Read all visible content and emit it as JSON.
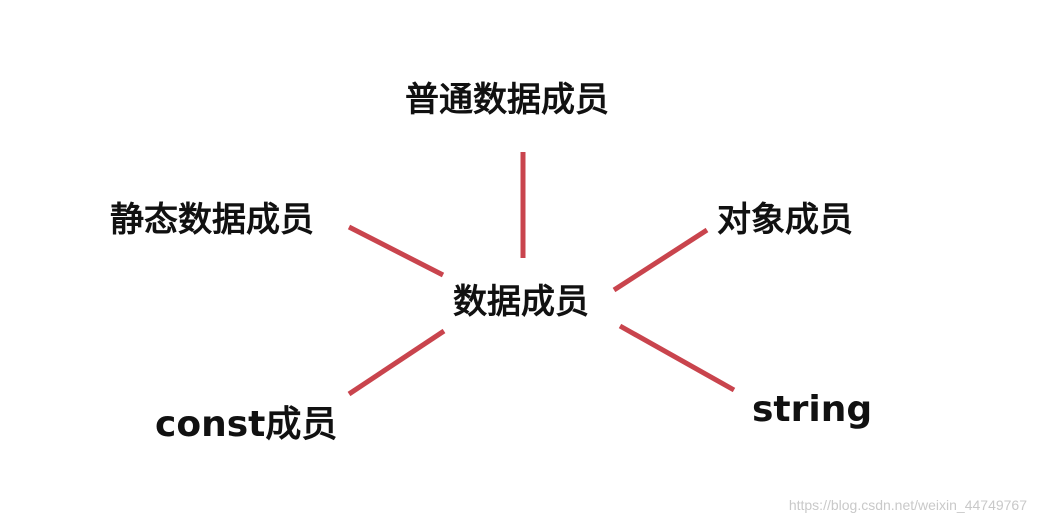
{
  "diagram": {
    "center": "数据成员",
    "nodes": {
      "top": "普通数据成员",
      "left": "静态数据成员",
      "right": "对象成员",
      "bottom_left": "const成员",
      "bottom_right": "string"
    },
    "line_color": "#c9444d",
    "text_color": "#111111"
  },
  "watermark": "https://blog.csdn.net/weixin_44749767"
}
